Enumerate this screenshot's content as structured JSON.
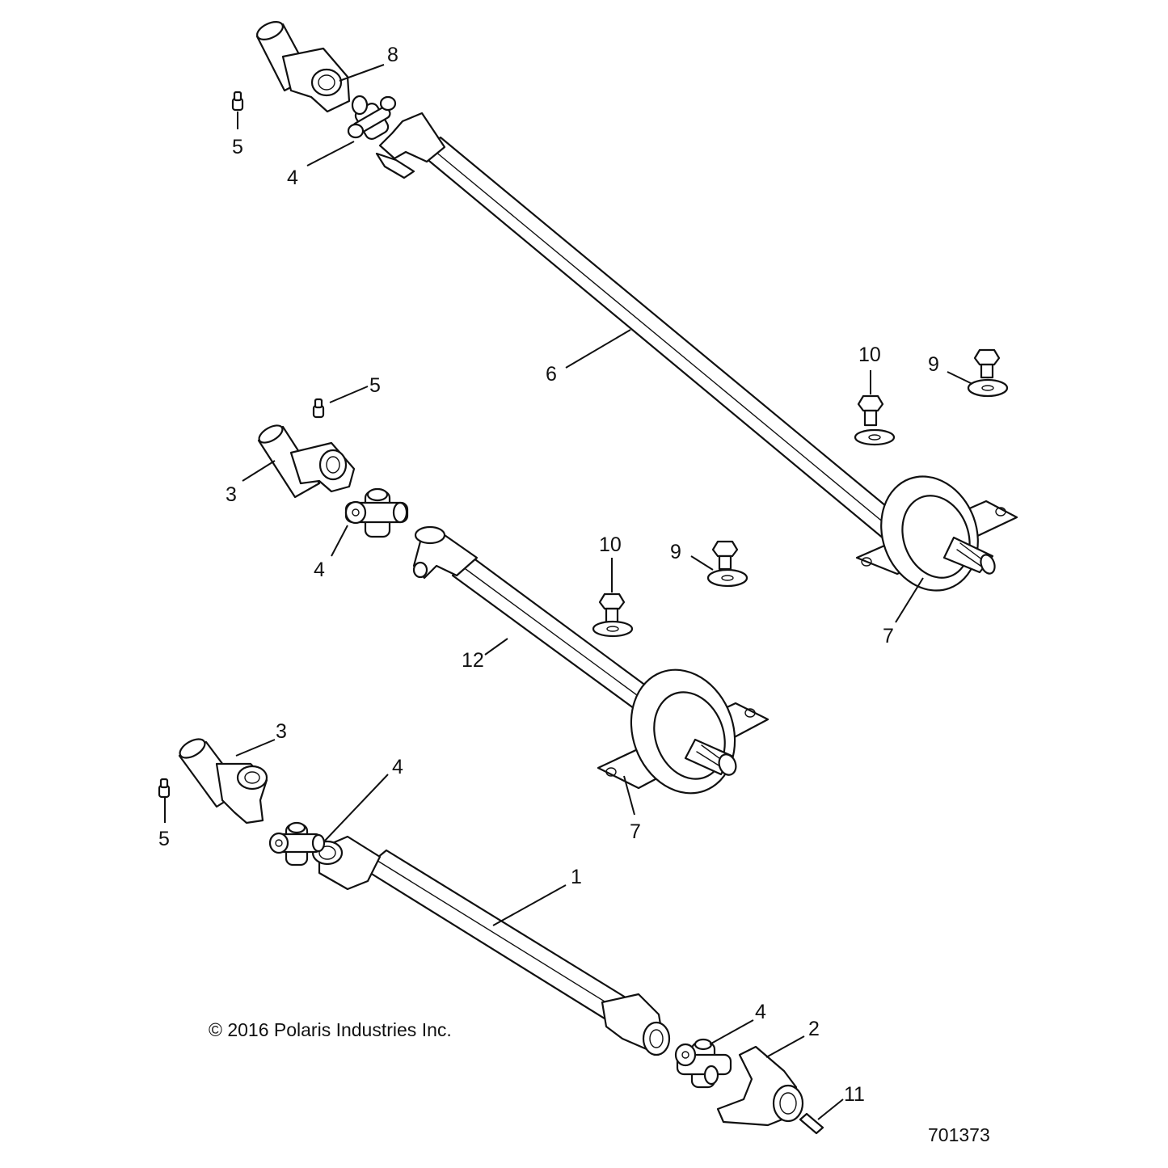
{
  "diagram": {
    "callouts": {
      "c1": "1",
      "c2": "2",
      "c3a": "3",
      "c3b": "3",
      "c4a": "4",
      "c4b": "4",
      "c4c": "4",
      "c4d": "4",
      "c5a": "5",
      "c5b": "5",
      "c5c": "5",
      "c6": "6",
      "c7a": "7",
      "c7b": "7",
      "c8": "8",
      "c9a": "9",
      "c9b": "9",
      "c10a": "10",
      "c10b": "10",
      "c11": "11",
      "c12": "12"
    },
    "copyright": "© 2016 Polaris Industries Inc.",
    "figure_number": "701373"
  }
}
